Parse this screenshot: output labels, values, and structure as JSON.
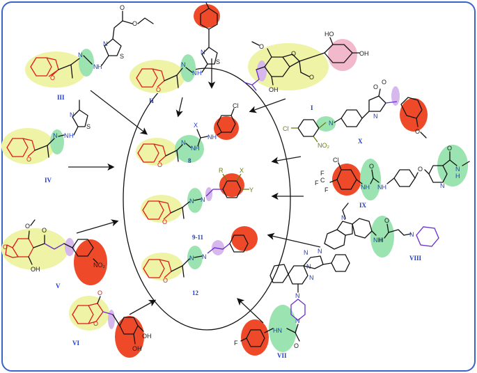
{
  "labels": {
    "I": "I",
    "II": "II",
    "III": "III",
    "IV": "IV",
    "V": "V",
    "VI": "VI",
    "VII": "VII",
    "VIII": "VIII",
    "IX": "IX",
    "X": "X",
    "c8": "8",
    "c9_11": "9-11",
    "c12": "12"
  },
  "atoms": {
    "O": "O",
    "N": "N",
    "NH": "NH",
    "HN": "HN",
    "H": "H",
    "S": "S",
    "Cl": "Cl",
    "F": "F",
    "OH": "OH",
    "HO": "HO",
    "NO2": "NO₂",
    "F3C": "F",
    "X": "X",
    "Y": "Y",
    "R": "R",
    "C": "C"
  },
  "colors": {
    "yellow_highlight": "#eef3a6",
    "green_highlight": "#9be3b0",
    "red_highlight": "#ee4a2a",
    "pink_highlight": "#f2b9cc",
    "purple_highlight": "#d6b8ec",
    "label_blue": "#1a3ad8",
    "frame_blue": "#3a63c8"
  }
}
